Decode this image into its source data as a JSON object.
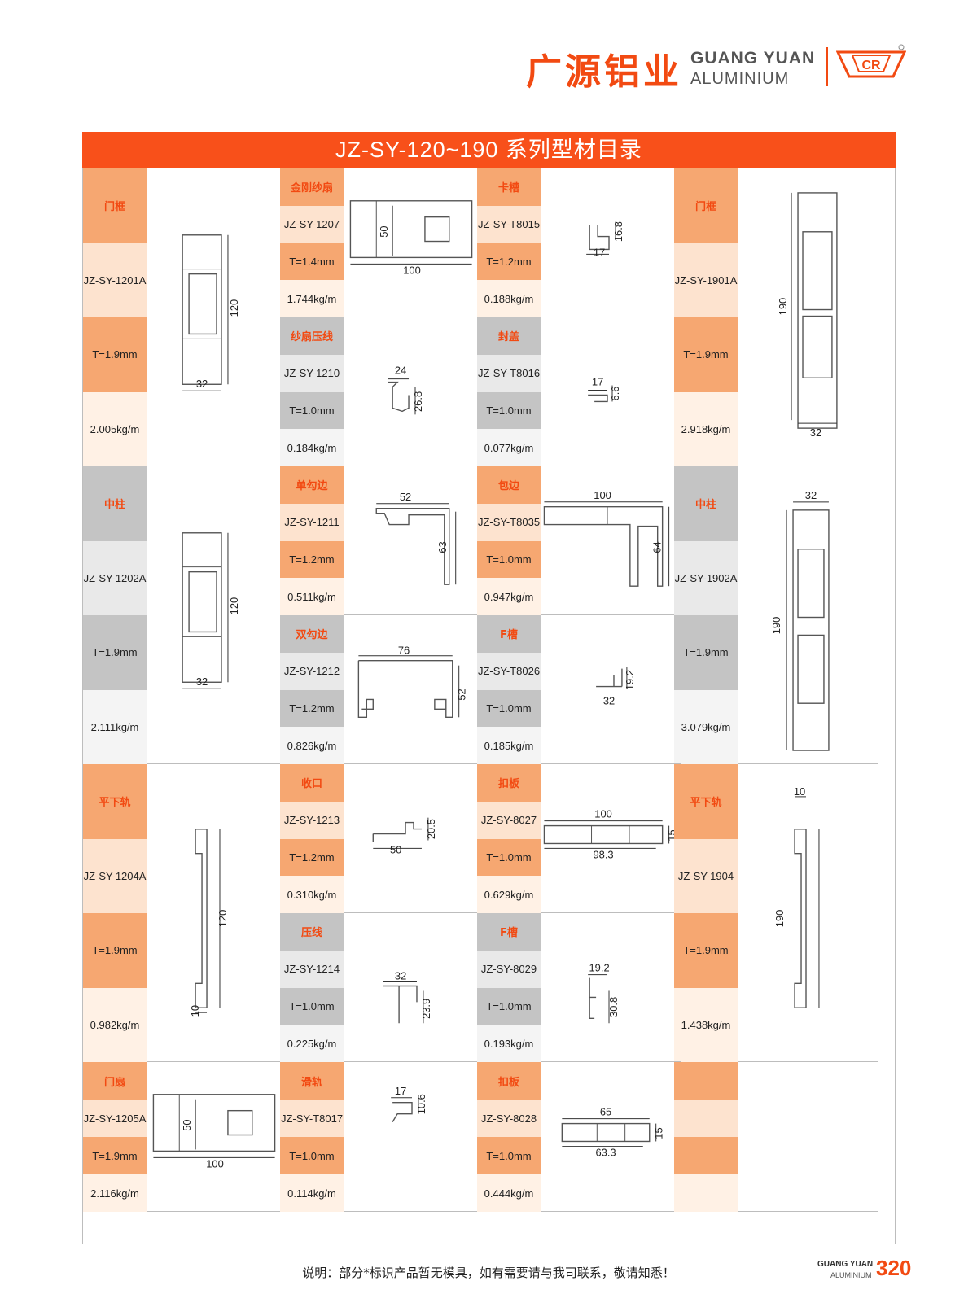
{
  "header": {
    "brand_cn": "广源铝业",
    "brand_en1": "GUANG YUAN",
    "brand_en2": "ALUMINIUM",
    "logo_icon": "gyr-logo-icon",
    "accent": "#f24a12"
  },
  "title": "JZ-SY-120~190 系列型材目录",
  "cards": [
    {
      "name": "门框",
      "code": "JZ-SY-1201A",
      "thickness": "T=1.9mm",
      "weight": "2.005kg/m",
      "dims": [
        "120",
        "32"
      ]
    },
    {
      "name": "金刚纱扇",
      "code": "JZ-SY-1207",
      "thickness": "T=1.4mm",
      "weight": "1.744kg/m",
      "dims": [
        "50",
        "100"
      ]
    },
    {
      "name": "卡槽",
      "code": "JZ-SY-T8015",
      "thickness": "T=1.2mm",
      "weight": "0.188kg/m",
      "dims": [
        "16.8",
        "17"
      ]
    },
    {
      "name": "门框",
      "code": "JZ-SY-1901A",
      "thickness": "T=1.9mm",
      "weight": "2.918kg/m",
      "dims": [
        "190",
        "32"
      ]
    },
    {
      "name": "纱扇压线",
      "code": "JZ-SY-1210",
      "thickness": "T=1.0mm",
      "weight": "0.184kg/m",
      "dims": [
        "24",
        "26.8"
      ]
    },
    {
      "name": "封盖",
      "code": "JZ-SY-T8016",
      "thickness": "T=1.0mm",
      "weight": "0.077kg/m",
      "dims": [
        "17",
        "6.6"
      ]
    },
    {
      "name": "中柱",
      "code": "JZ-SY-1202A",
      "thickness": "T=1.9mm",
      "weight": "2.111kg/m",
      "dims": [
        "120",
        "32"
      ]
    },
    {
      "name": "单勾边",
      "code": "JZ-SY-1211",
      "thickness": "T=1.2mm",
      "weight": "0.511kg/m",
      "dims": [
        "52",
        "63"
      ]
    },
    {
      "name": "包边",
      "code": "JZ-SY-T8035",
      "thickness": "T=1.0mm",
      "weight": "0.947kg/m",
      "dims": [
        "100",
        "64"
      ]
    },
    {
      "name": "中柱",
      "code": "JZ-SY-1902A",
      "thickness": "T=1.9mm",
      "weight": "3.079kg/m",
      "dims": [
        "32",
        "190"
      ]
    },
    {
      "name": "双勾边",
      "code": "JZ-SY-1212",
      "thickness": "T=1.2mm",
      "weight": "0.826kg/m",
      "dims": [
        "76",
        "52"
      ]
    },
    {
      "name": "F槽",
      "code": "JZ-SY-T8026",
      "thickness": "T=1.0mm",
      "weight": "0.185kg/m",
      "dims": [
        "19.2",
        "32"
      ]
    },
    {
      "name": "平下轨",
      "code": "JZ-SY-1204A",
      "thickness": "T=1.9mm",
      "weight": "0.982kg/m",
      "dims": [
        "120",
        "10"
      ]
    },
    {
      "name": "收口",
      "code": "JZ-SY-1213",
      "thickness": "T=1.2mm",
      "weight": "0.310kg/m",
      "dims": [
        "20.5",
        "50"
      ]
    },
    {
      "name": "扣板",
      "code": "JZ-SY-8027",
      "thickness": "T=1.0mm",
      "weight": "0.629kg/m",
      "dims": [
        "100",
        "15",
        "98.3"
      ]
    },
    {
      "name": "平下轨",
      "code": "JZ-SY-1904",
      "thickness": "T=1.9mm",
      "weight": "1.438kg/m",
      "dims": [
        "10",
        "190"
      ]
    },
    {
      "name": "压线",
      "code": "JZ-SY-1214",
      "thickness": "T=1.0mm",
      "weight": "0.225kg/m",
      "dims": [
        "32",
        "23.9"
      ]
    },
    {
      "name": "F槽",
      "code": "JZ-SY-8029",
      "thickness": "T=1.0mm",
      "weight": "0.193kg/m",
      "dims": [
        "19.2",
        "30.8"
      ]
    },
    {
      "name": "门扇",
      "code": "JZ-SY-1205A",
      "thickness": "T=1.9mm",
      "weight": "2.116kg/m",
      "dims": [
        "50",
        "100"
      ]
    },
    {
      "name": "滑轨",
      "code": "JZ-SY-T8017",
      "thickness": "T=1.0mm",
      "weight": "0.114kg/m",
      "dims": [
        "17",
        "10.6"
      ]
    },
    {
      "name": "扣板",
      "code": "JZ-SY-8028",
      "thickness": "T=1.0mm",
      "weight": "0.444kg/m",
      "dims": [
        "65",
        "15",
        "63.3"
      ]
    },
    {
      "name": "",
      "code": "",
      "thickness": "",
      "weight": "",
      "dims": []
    }
  ],
  "footer": {
    "note": "说明：部分*标识产品暂无模具，如有需要请与我司联系，敬请知悉！",
    "brand1": "GUANG YUAN",
    "brand2": "ALUMINIUM",
    "page": "320"
  }
}
